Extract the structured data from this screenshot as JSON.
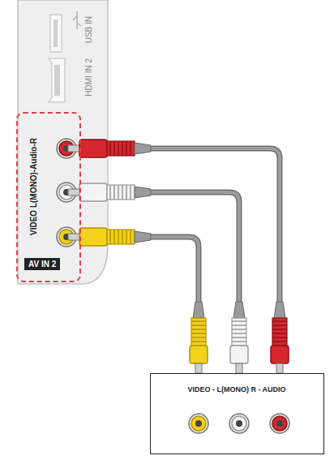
{
  "diagram": {
    "nodes": [
      {
        "text": [
          "USB IN",
          "HDMI IN 2"
        ]
      },
      {
        "text": [
          "VIDEO L(MONO)-Audio-R",
          "AV IN 2"
        ],
        "in": 0
      },
      {
        "text": [
          "VIDEO - L(MONO) R - AUDIO"
        ]
      }
    ],
    "edges": [
      {
        "from": 1,
        "to": 2,
        "arrow": "none"
      },
      {
        "from": 1,
        "to": 2,
        "arrow": "none"
      },
      {
        "from": 1,
        "to": 2,
        "arrow": "none"
      }
    ]
  }
}
